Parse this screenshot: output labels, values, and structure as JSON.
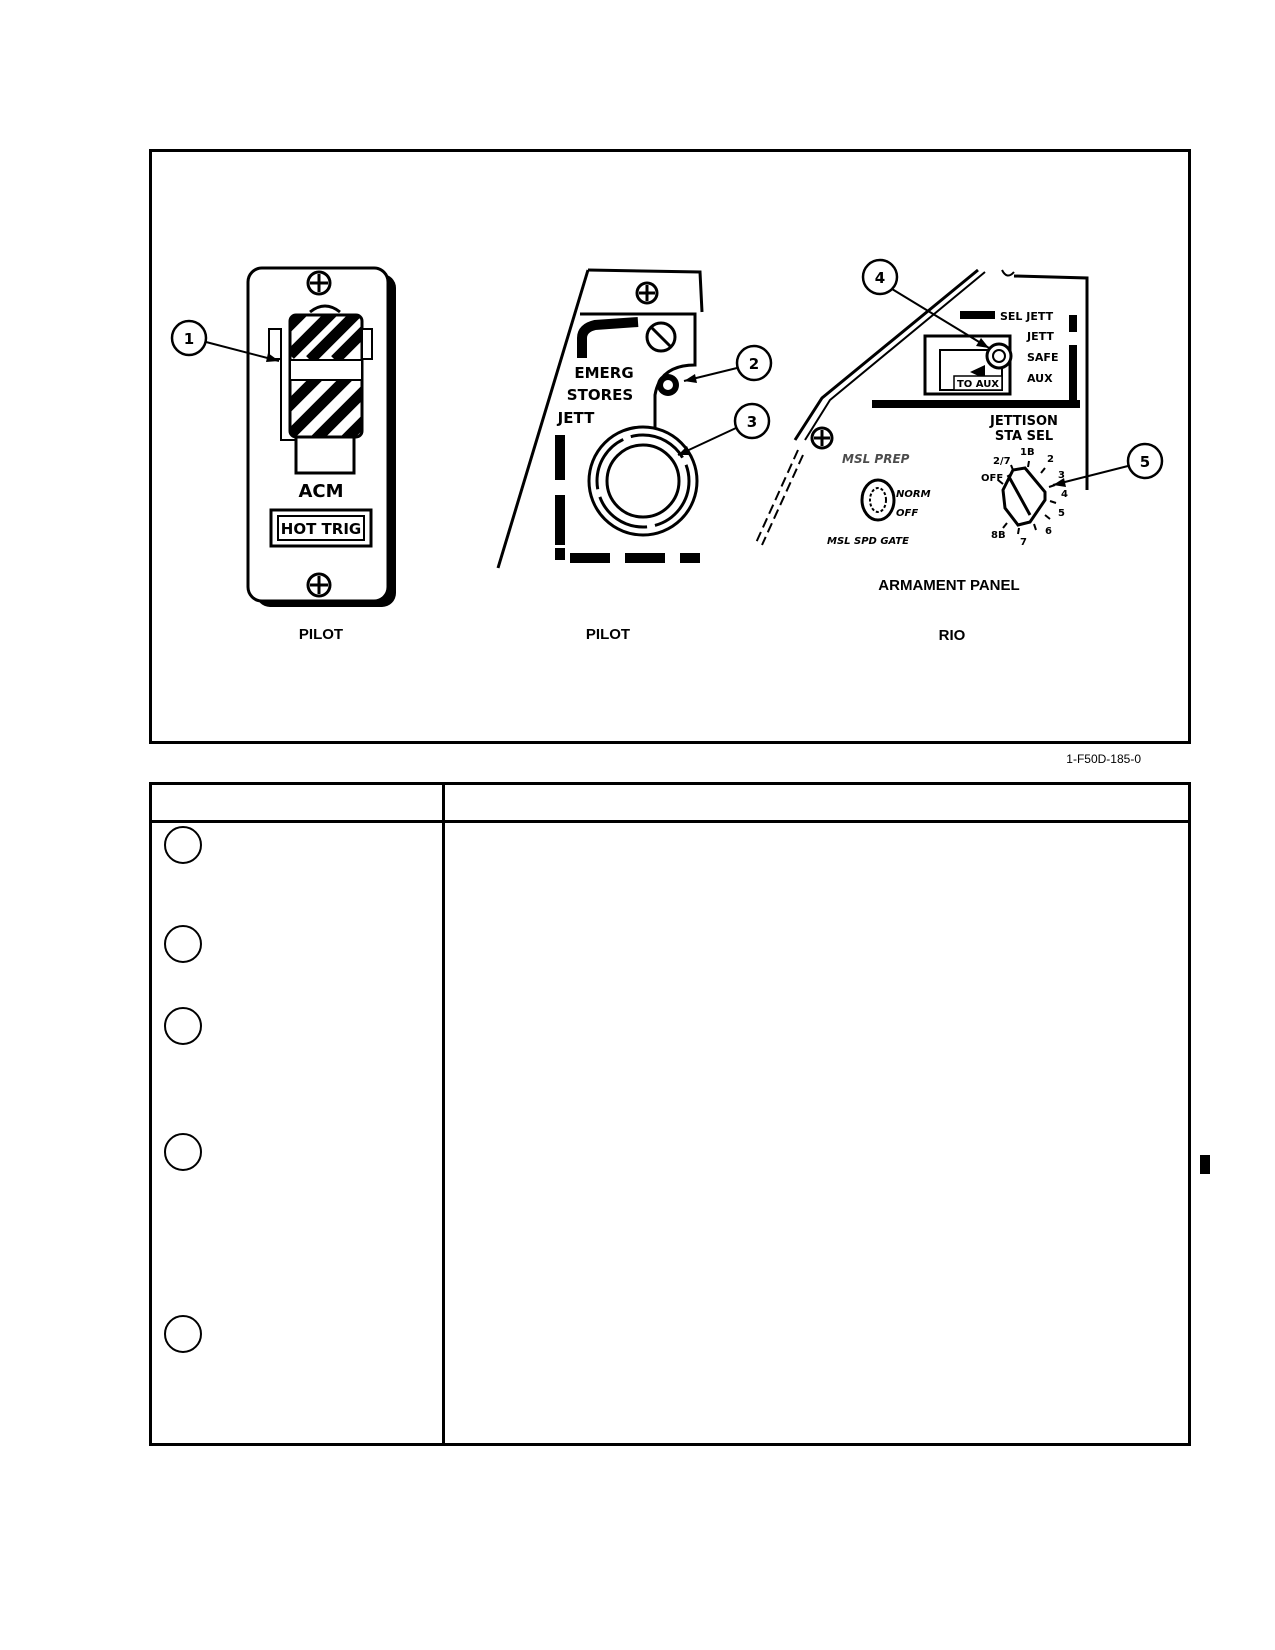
{
  "figure": {
    "acm_panel": {
      "guard_label": "ACM",
      "placard_label": "HOT TRIG",
      "caption": "PILOT"
    },
    "emerg_panel": {
      "label_line1": "EMERG",
      "label_line2": "STORES",
      "label_line3": "JETT",
      "caption": "PILOT"
    },
    "rio_panel": {
      "sel_jett_label": "SEL JETT",
      "switch_positions": [
        "JETT",
        "SAFE",
        "AUX"
      ],
      "to_aux_label": "TO AUX",
      "msl_prep_label": "MSL PREP",
      "norm_label": "NORM",
      "off_label": "OFF",
      "msl_spd_gate_label": "MSL SPD GATE",
      "jettison_label_line1": "JETTISON",
      "jettison_label_line2": "STA SEL",
      "dial_positions": [
        "OFF",
        "2/7",
        "1B",
        "2",
        "3",
        "4",
        "5",
        "6",
        "7",
        "8B"
      ],
      "panel_label": "ARMAMENT PANEL",
      "caption": "RIO"
    },
    "callouts": [
      "1",
      "2",
      "3",
      "4",
      "5"
    ],
    "figure_id": "1-F50D-185-0"
  },
  "table": {
    "headers": [
      "",
      ""
    ],
    "rows": [
      {
        "number": "",
        "control": "",
        "function": ""
      },
      {
        "number": "",
        "control": "",
        "function": ""
      },
      {
        "number": "",
        "control": "",
        "function": ""
      },
      {
        "number": "",
        "control": "",
        "function": ""
      },
      {
        "number": "",
        "control": "",
        "function": ""
      }
    ]
  }
}
